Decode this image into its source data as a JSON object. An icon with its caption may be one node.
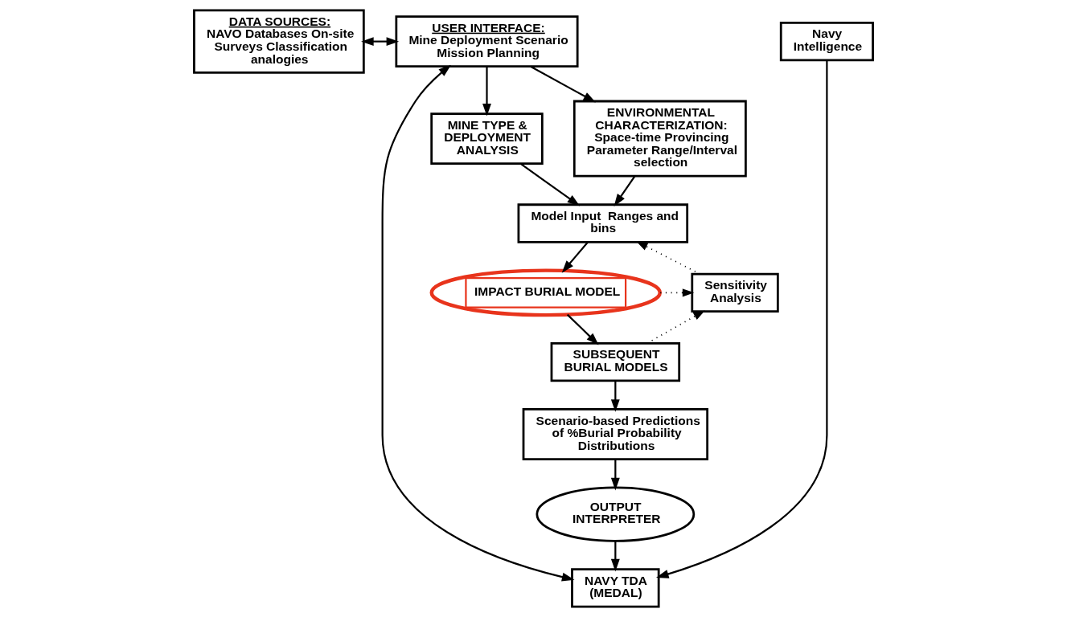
{
  "diagram": {
    "nodes": [
      {
        "text": [
          "DATA SOURCES:",
          "NAVO Databases On-site Surveys Classification analogies"
        ]
      },
      {
        "text": [
          "USER INTERFACE:",
          "Mine Deployment Scenario Mission Planning"
        ]
      },
      {
        "text": [
          "Navy Intelligence"
        ]
      },
      {
        "text": [
          "NAVY TDA (MEDAL)"
        ]
      },
      {
        "text": [
          "MINE TYPE & DEPLOYMENT ANALYSIS"
        ]
      },
      {
        "text": [
          "ENVIRONMENTAL CHARACTERIZATION:",
          "Space-time Provincing Parameter Range/Interval selection"
        ]
      },
      {
        "text": [
          "Model Input  Ranges and bins"
        ]
      },
      {
        "text": [
          "IMPACT BURIAL MODEL"
        ]
      },
      {
        "text": [
          "Sensitivity Analysis"
        ]
      },
      {
        "text": [
          "OUTPUT INTERPRETER"
        ]
      },
      {
        "text": [
          "SUBSEQUENT BURIAL MODELS"
        ]
      },
      {
        "text": [
          "Scenario-based Predictions of %Burial Probability Distributions"
        ]
      }
    ],
    "edges": [
      {
        "from": 0,
        "to": 1,
        "arrow": "both"
      },
      {
        "from": 1,
        "to": 3,
        "arrow": "both"
      },
      {
        "from": 2,
        "to": 3,
        "arrow": "to"
      },
      {
        "from": 1,
        "to": 4,
        "arrow": "to"
      },
      {
        "from": 1,
        "to": 5,
        "arrow": "to"
      },
      {
        "from": 4,
        "to": 6,
        "arrow": "to"
      },
      {
        "from": 5,
        "to": 6,
        "arrow": "to"
      },
      {
        "from": 6,
        "to": 7,
        "arrow": "to"
      },
      {
        "from": 7,
        "to": 8,
        "arrow": "to",
        "style": "dashed"
      },
      {
        "from": 8,
        "to": 6,
        "arrow": "to",
        "style": "dashed"
      },
      {
        "from": 10,
        "to": 8,
        "arrow": "to",
        "style": "dashed"
      },
      {
        "from": 7,
        "to": 10,
        "arrow": "to"
      },
      {
        "from": 10,
        "to": 11,
        "arrow": "to"
      },
      {
        "from": 11,
        "to": 9,
        "arrow": "to"
      },
      {
        "from": 9,
        "to": 3,
        "arrow": "to"
      }
    ]
  }
}
